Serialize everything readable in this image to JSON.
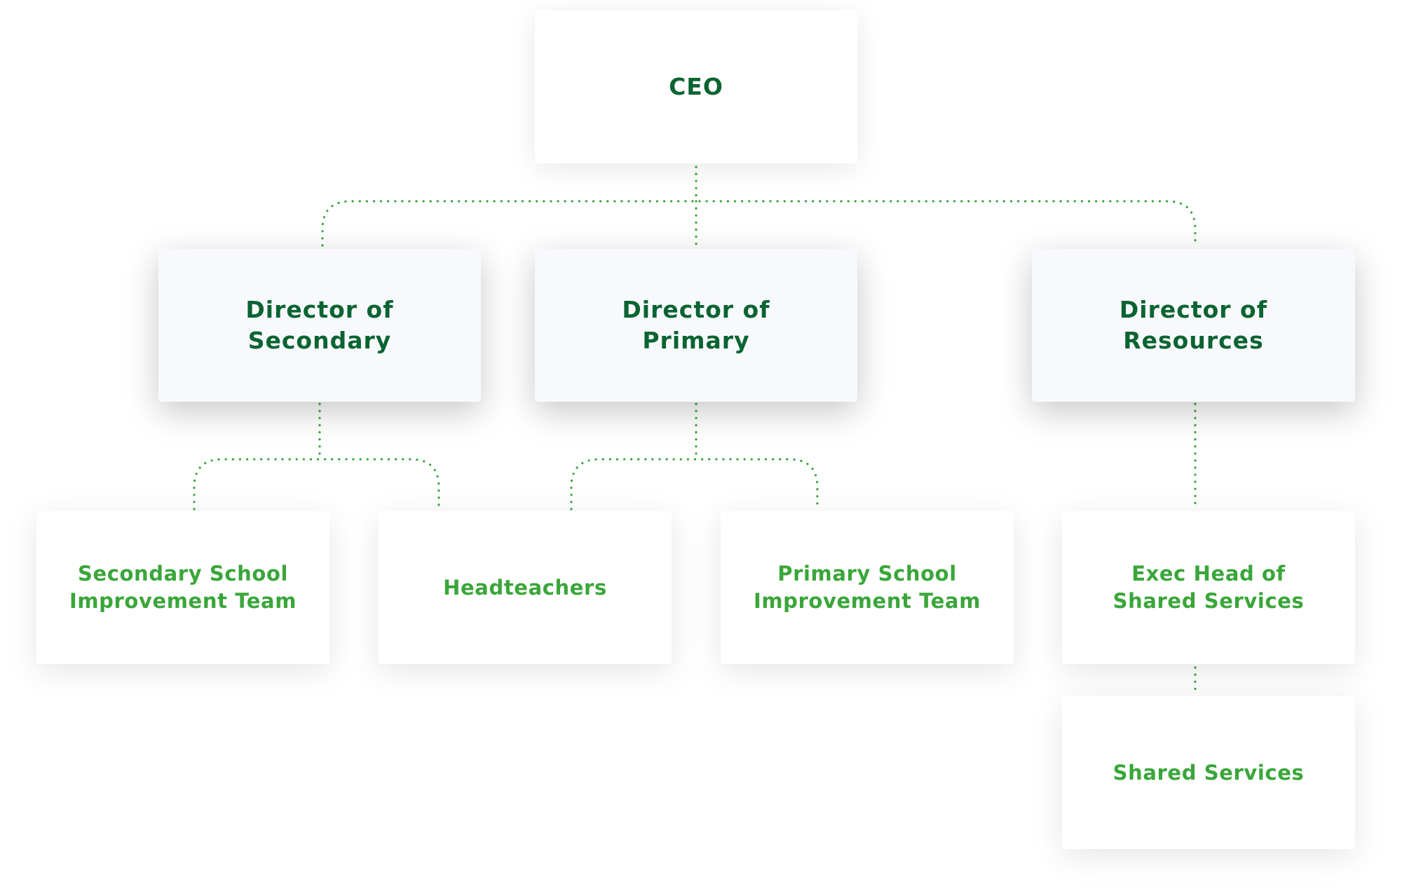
{
  "chart": {
    "ceo": "CEO",
    "directors": [
      "Director of\nSecondary",
      "Director of\nPrimary",
      "Director of\nResources"
    ],
    "teams": [
      "Secondary School\nImprovement Team",
      "Headteachers",
      "Primary School\nImprovement Team",
      "Exec Head of\nShared Services",
      "Shared Services"
    ]
  },
  "colors": {
    "dark_green": "#0a6432",
    "light_green": "#3aa63a",
    "director_box": "#f8f9fc",
    "box": "#ffffff"
  }
}
